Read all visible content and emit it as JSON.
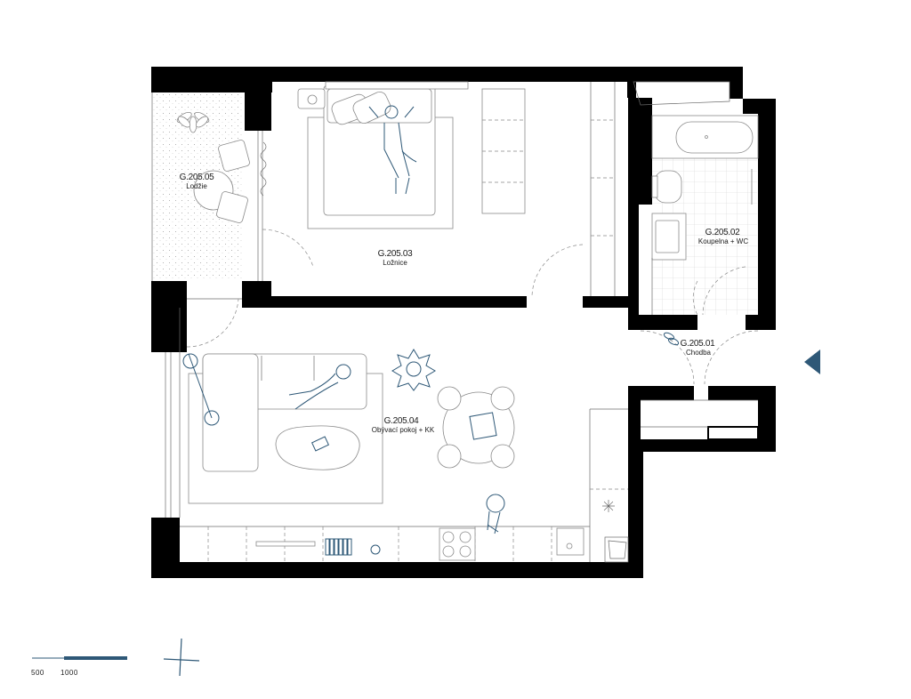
{
  "rooms": [
    {
      "code": "G.205.05",
      "name": "Lodžie"
    },
    {
      "code": "G.205.03",
      "name": "Ložnice"
    },
    {
      "code": "G.205.02",
      "name": "Koupelna + WC"
    },
    {
      "code": "G.205.01",
      "name": "Chodba"
    },
    {
      "code": "G.205.04",
      "name": "Obývací pokoj + KK"
    }
  ],
  "scale_bar": {
    "label_1": "500",
    "label_2": "1000"
  },
  "colors": {
    "walls": "#000000",
    "accent": "#2e5877",
    "furniture_line": "#8a8a8a"
  },
  "icons": [
    "entrance-arrow-icon",
    "north-compass-icon"
  ]
}
